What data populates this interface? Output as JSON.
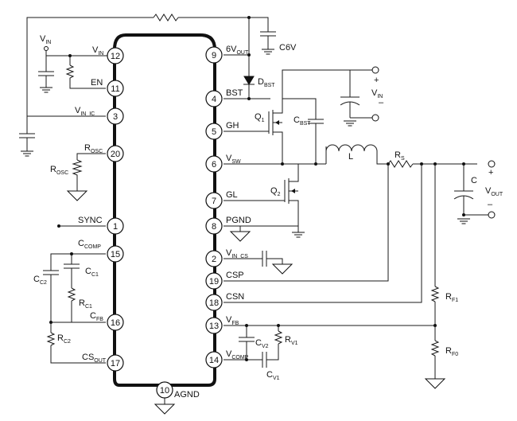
{
  "pins": {
    "vin": {
      "num": "12",
      "name": "V",
      "sub": "IN"
    },
    "en": {
      "num": "11",
      "name": "EN"
    },
    "vin_ic": {
      "num": "3",
      "name": "V",
      "sub": "IN_IC"
    },
    "rosc": {
      "num": "20",
      "name": "R",
      "sub": "OSC"
    },
    "sync": {
      "num": "1",
      "name": "SYNC"
    },
    "ccomp": {
      "num": "15",
      "name": "C",
      "sub": "COMP"
    },
    "cfb": {
      "num": "16",
      "name": "C",
      "sub": "FB"
    },
    "csout": {
      "num": "17",
      "name": "CS",
      "sub": "OUT"
    },
    "agnd": {
      "num": "10",
      "name": "AGND"
    },
    "v6": {
      "num": "9",
      "name": "6V",
      "sub": "OUT"
    },
    "bst": {
      "num": "4",
      "name": "BST"
    },
    "gh": {
      "num": "5",
      "name": "GH"
    },
    "vsw": {
      "num": "6",
      "name": "V",
      "sub": "SW"
    },
    "gl": {
      "num": "7",
      "name": "GL"
    },
    "pgnd": {
      "num": "8",
      "name": "PGND"
    },
    "vin_cs": {
      "num": "2",
      "name": "V",
      "sub": "IN_CS"
    },
    "csp": {
      "num": "19",
      "name": "CSP"
    },
    "csn": {
      "num": "18",
      "name": "CSN"
    },
    "vfb": {
      "num": "13",
      "name": "V",
      "sub": "FB"
    },
    "vcomp": {
      "num": "14",
      "name": "V",
      "sub": "COMP"
    }
  },
  "components": {
    "c6v": {
      "name": "C6V"
    },
    "dbst": {
      "name": "D",
      "sub": "BST"
    },
    "cbst": {
      "name": "C",
      "sub": "BST"
    },
    "q1": {
      "name": "Q",
      "sub": "1"
    },
    "q2": {
      "name": "Q",
      "sub": "2"
    },
    "inductor": {
      "name": "L"
    },
    "rs": {
      "name": "R",
      "sub": "S"
    },
    "cout": {
      "name": "C"
    },
    "rosc": {
      "name": "R",
      "sub": "OSC"
    },
    "cc1": {
      "name": "C",
      "sub": "C1"
    },
    "cc2": {
      "name": "C",
      "sub": "C2"
    },
    "rc1": {
      "name": "R",
      "sub": "C1"
    },
    "rc2": {
      "name": "R",
      "sub": "C2"
    },
    "cv2": {
      "name": "C",
      "sub": "V2"
    },
    "rv1": {
      "name": "R",
      "sub": "V1"
    },
    "cv1": {
      "name": "C",
      "sub": "V1"
    },
    "rf1": {
      "name": "R",
      "sub": "F1"
    },
    "rf0": {
      "name": "R",
      "sub": "F0"
    }
  },
  "terminals": {
    "vin_in": {
      "name": "V",
      "sub": "IN",
      "plus": "+",
      "minus": "–"
    },
    "vin_top": {
      "name": "V",
      "sub": "IN"
    },
    "vout": {
      "name": "V",
      "sub": "OUT",
      "plus": "+",
      "minus": "–"
    }
  }
}
